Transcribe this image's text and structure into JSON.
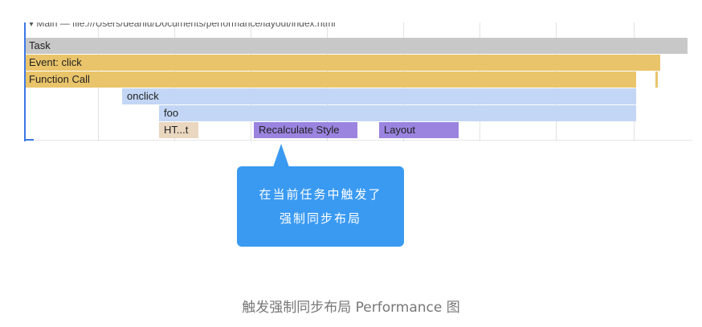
{
  "flame": {
    "top_url": "▾ Main — file:///Users/deanlu/Documents/performance/layout/index.html",
    "bars": {
      "task": "Task",
      "event_click": "Event: click",
      "function_call": "Function Call",
      "onclick": "onclick",
      "foo": "foo",
      "ht": "HT...t",
      "recalculate_style": "Recalculate Style",
      "layout": "Layout"
    },
    "colors": {
      "task": "#c8c8c8",
      "scripting": "#e9c46a",
      "js_frame": "#c3d6f5",
      "parse": "#ead7c0",
      "rendering": "#9a84e0"
    }
  },
  "callout": {
    "line1": "在当前任务中触发了",
    "line2": "强制同步布局",
    "color": "#3a9af2"
  },
  "caption": "触发强制同步布局 Performance 图"
}
